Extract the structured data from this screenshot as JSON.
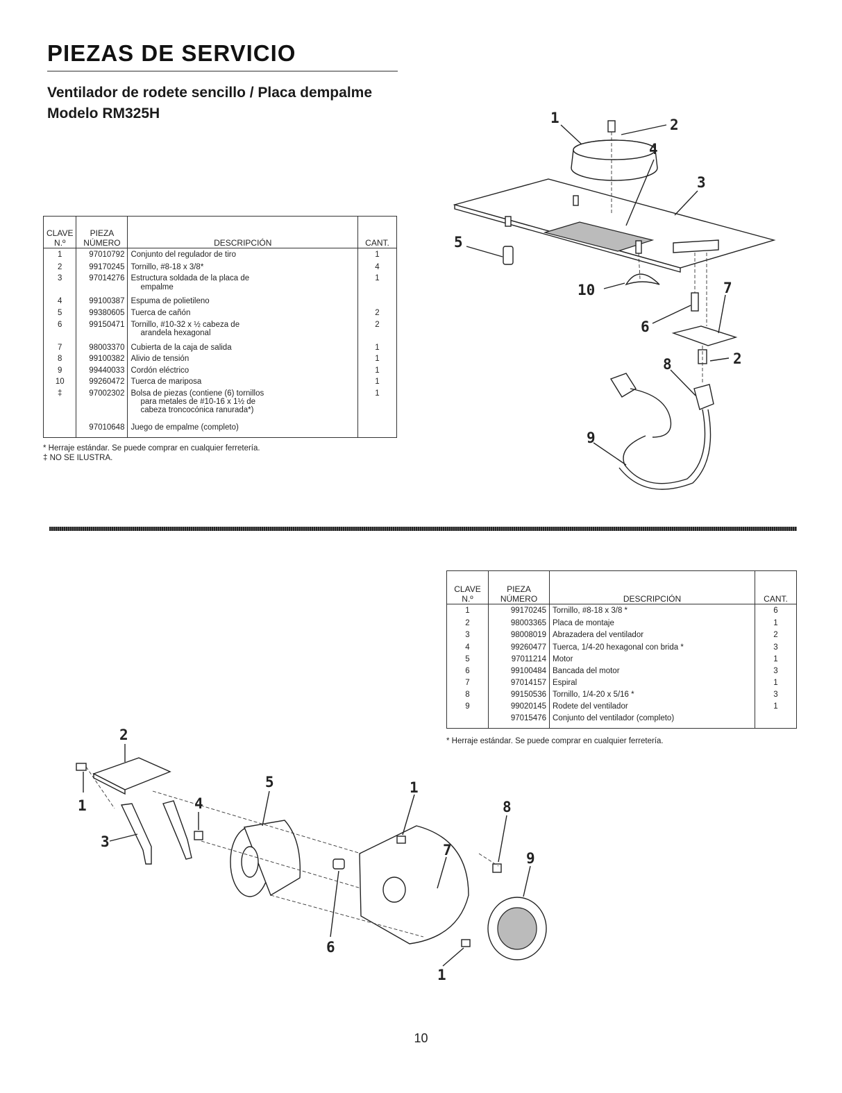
{
  "header": {
    "title": "PIEZAS DE SERVICIO",
    "subtitle": "Ventilador de rodete sencillo / Placa dempalme",
    "model": "Modelo RM325H"
  },
  "table1": {
    "headers": {
      "key_l1": "CLAVE",
      "key_l2": "N.º",
      "part_l1": "PIEZA",
      "part_l2": "NÚMERO",
      "desc": "DESCRIPCIÓN",
      "qty": "CANT."
    },
    "rows": [
      {
        "key": "1",
        "part": "97010792",
        "desc": "Conjunto del regulador de tiro",
        "qty": "1"
      },
      {
        "key": "2",
        "part": "99170245",
        "desc": "Tornillo, #8-18 x 3/8*",
        "qty": "4"
      },
      {
        "key": "3",
        "part": "97014276",
        "desc": "Estructura soldada de la placa de",
        "desc2": "empalme",
        "qty": "1"
      },
      {
        "key": "4",
        "part": "99100387",
        "desc": "Espuma de polietileno",
        "qty": ""
      },
      {
        "key": "5",
        "part": "99380605",
        "desc": "Tuerca de cañón",
        "qty": "2"
      },
      {
        "key": "6",
        "part": "99150471",
        "desc": "Tornillo, #10-32 x ½ cabeza de",
        "desc2": "arandela hexagonal",
        "qty": "2"
      },
      {
        "key": "7",
        "part": "98003370",
        "desc": "Cubierta de la caja de salida",
        "qty": "1"
      },
      {
        "key": "8",
        "part": "99100382",
        "desc": "Alivio de tensión",
        "qty": "1"
      },
      {
        "key": "9",
        "part": "99440033",
        "desc": "Cordón eléctrico",
        "qty": "1"
      },
      {
        "key": "10",
        "part": "99260472",
        "desc": "Tuerca de mariposa",
        "qty": "1"
      },
      {
        "key": "‡",
        "part": "97002302",
        "desc": "Bolsa de piezas (contiene (6) tornillos",
        "desc2": "para metales de #10-16 x 1½ de",
        "desc3": "cabeza troncocónica ranurada*)",
        "qty": "1"
      },
      {
        "key": "",
        "part": "97010648",
        "desc": "Juego de empalme (completo)",
        "qty": ""
      }
    ],
    "note_1": "* Herraje estándar. Se puede comprar en cualquier ferretería.",
    "note_2": "‡ NO SE ILUSTRA."
  },
  "table2": {
    "headers": {
      "key_l1": "CLAVE",
      "key_l2": "N.º",
      "part_l1": "PIEZA",
      "part_l2": "NÚMERO",
      "desc": "DESCRIPCIÓN",
      "qty": "CANT."
    },
    "rows": [
      {
        "key": "1",
        "part": "99170245",
        "desc": "Tornillo, #8-18 x 3/8 *",
        "qty": "6"
      },
      {
        "key": "2",
        "part": "98003365",
        "desc": "Placa de montaje",
        "qty": "1"
      },
      {
        "key": "3",
        "part": "98008019",
        "desc": "Abrazadera del ventilador",
        "qty": "2"
      },
      {
        "key": "4",
        "part": "99260477",
        "desc": "Tuerca, 1/4-20 hexagonal con brida *",
        "qty": "3"
      },
      {
        "key": "5",
        "part": "97011214",
        "desc": "Motor",
        "qty": "1"
      },
      {
        "key": "6",
        "part": "99100484",
        "desc": "Bancada del motor",
        "qty": "3"
      },
      {
        "key": "7",
        "part": "97014157",
        "desc": "Espiral",
        "qty": "1"
      },
      {
        "key": "8",
        "part": "99150536",
        "desc": "Tornillo, 1/4-20 x 5/16 *",
        "qty": "3"
      },
      {
        "key": "9",
        "part": "99020145",
        "desc": "Rodete del ventilador",
        "qty": "1"
      },
      {
        "key": "",
        "part": "97015476",
        "desc": "Conjunto del ventilador (completo)",
        "qty": ""
      }
    ],
    "note_1": "* Herraje estándar. Se puede comprar en cualquier ferretería."
  },
  "diagram1": {
    "callouts": {
      "c1": "1",
      "c2a": "2",
      "c3": "3",
      "c4": "4",
      "c5": "5",
      "c6": "6",
      "c7": "7",
      "c2b": "2",
      "c8": "8",
      "c9": "9",
      "c10": "10"
    }
  },
  "diagram2": {
    "callouts": {
      "c2": "2",
      "c1a": "1",
      "c3": "3",
      "c4": "4",
      "c5": "5",
      "c6": "6",
      "c1b": "1",
      "c7": "7",
      "c8": "8",
      "c9": "9",
      "c1c": "1"
    }
  },
  "footer": {
    "page_number": "10"
  }
}
